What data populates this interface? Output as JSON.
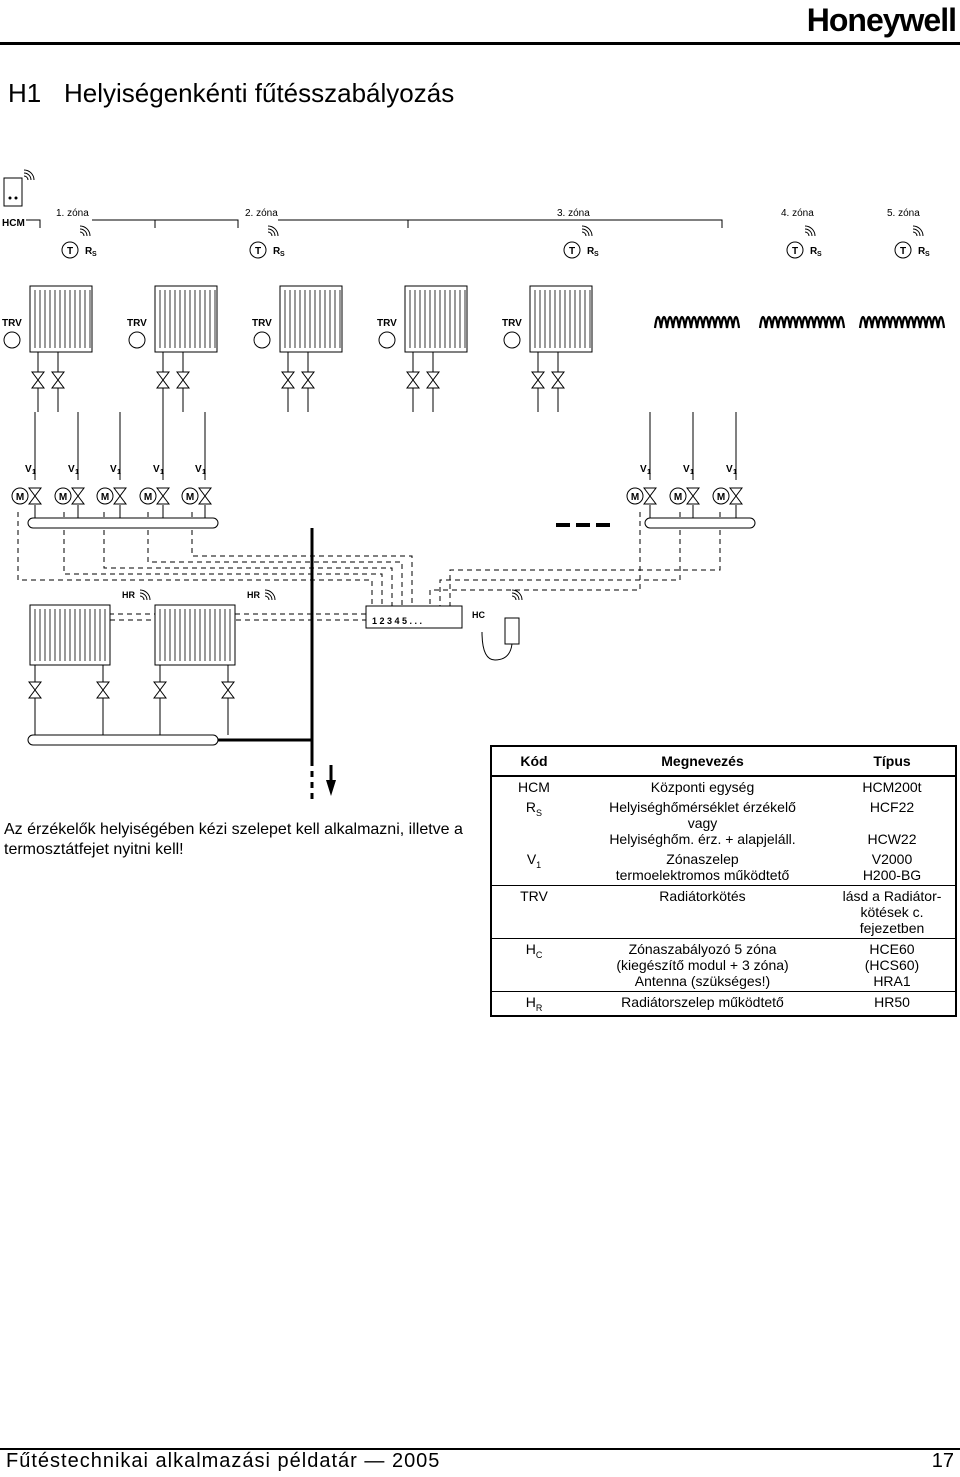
{
  "header": {
    "brand": "Honeywell"
  },
  "title": {
    "code": "H1",
    "text": "Helyiségenkénti fűtésszabályozás"
  },
  "diagram": {
    "hcm_label": "HCM",
    "zones": [
      "1. zóna",
      "2. zóna",
      "3. zóna",
      "4. zóna",
      "5. zóna"
    ],
    "sensor_t": "T",
    "sensor_rs": "RS",
    "trv_label": "TRV",
    "valve_label": "V1",
    "motor_label": "M",
    "hr_label": "HR",
    "hc_label": "HC",
    "terminal_label": "1 2 3 4 5 . . ."
  },
  "note": "Az érzékelők helyiségében kézi szelepet kell alkalmazni, illetve a termosztátfejet nyitni kell!",
  "table": {
    "headers": [
      "Kód",
      "Megnevezés",
      "Típus"
    ],
    "rows": [
      {
        "code": "HCM",
        "sub": "",
        "name": [
          "Központi egység"
        ],
        "type": [
          "HCM200t"
        ]
      },
      {
        "code": "R",
        "sub": "S",
        "name": [
          "Helyiséghőmérséklet érzékelő",
          "vagy",
          "Helyiséghőm. érz. + alapjeláll."
        ],
        "type": [
          "HCF22",
          "",
          "HCW22"
        ]
      },
      {
        "code": "V",
        "sub": "1",
        "name": [
          "Zónaszelep",
          "termoelektromos működtető"
        ],
        "type": [
          "V2000",
          "H200-BG"
        ]
      },
      {
        "code": "TRV",
        "sub": "",
        "name": [
          "Radiátorkötés"
        ],
        "type": [
          "lásd a Radiátor-",
          "kötések c. fejezetben"
        ]
      },
      {
        "code": "H",
        "sub": "C",
        "name": [
          "Zónaszabályozó 5 zóna",
          "(kiegészítő modul + 3 zóna)",
          "Antenna (szükséges!)"
        ],
        "type": [
          "HCE60",
          "(HCS60)",
          "HRA1"
        ]
      },
      {
        "code": "H",
        "sub": "R",
        "name": [
          "Radiátorszelep működtető"
        ],
        "type": [
          "HR50"
        ]
      }
    ]
  },
  "footer": {
    "text": "Fűtéstechnikai alkalmazási példatár — 2005",
    "page": "17"
  }
}
